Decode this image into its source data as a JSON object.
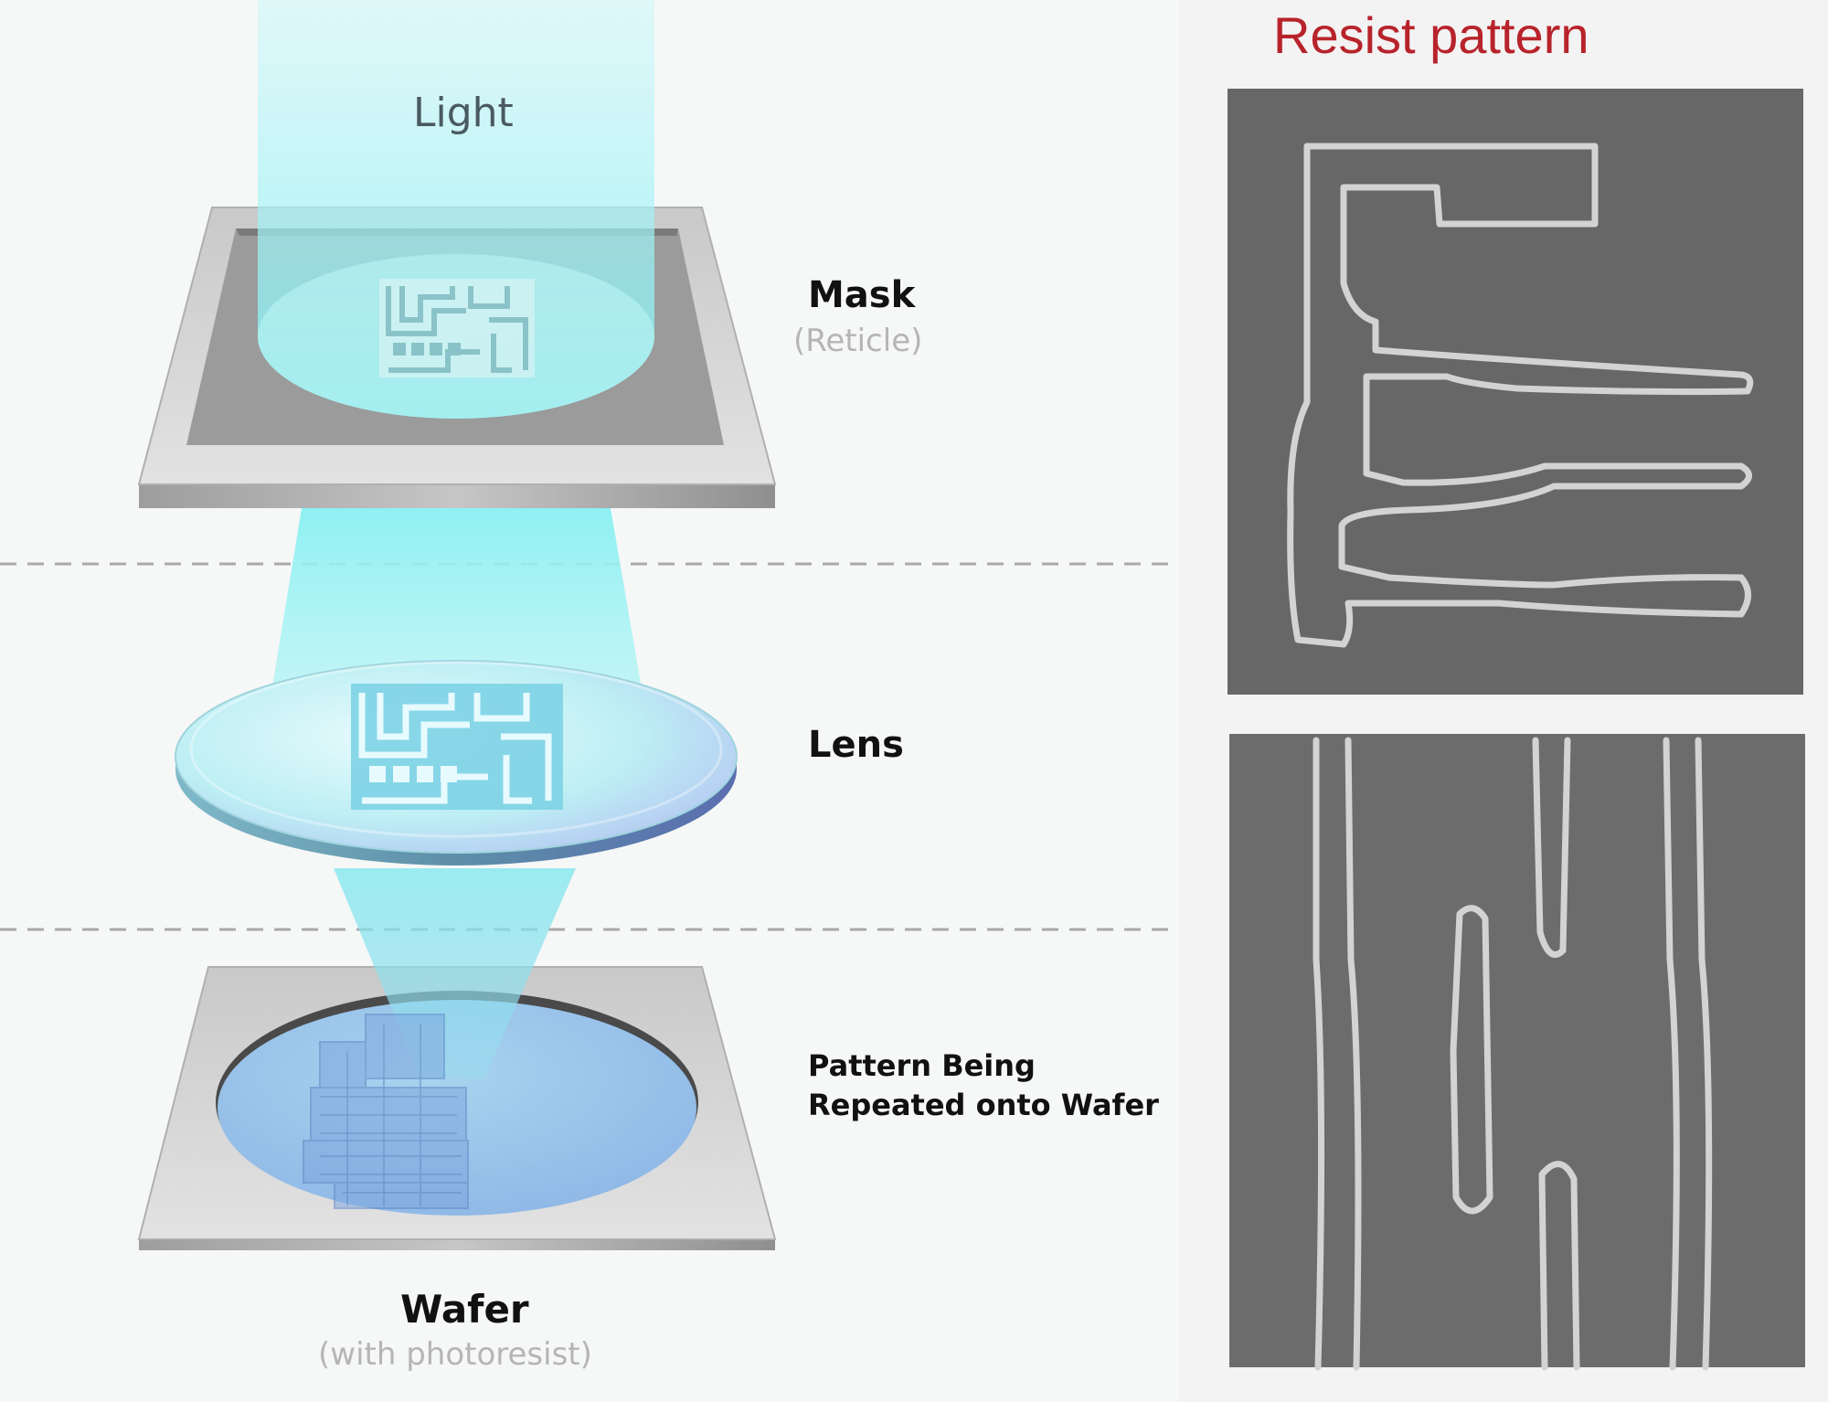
{
  "diagram": {
    "light_label": "Light",
    "mask_label": "Mask",
    "mask_sublabel": "(Reticle)",
    "lens_label": "Lens",
    "pattern_label_line1": "Pattern Being",
    "pattern_label_line2": "Repeated onto Wafer",
    "wafer_label": "Wafer",
    "wafer_sublabel": "(with photoresist)"
  },
  "photo": {
    "title": "Resist pattern"
  },
  "colors": {
    "background": "#f6f7f7",
    "light_beam": "#9ef3f6",
    "title_red": "#b8232b",
    "sem_background": "#6a6a6a",
    "sem_lines": "#d8d8d8",
    "wafer_blue": "#8ebbe6",
    "mask_frame": "#c3c3c3"
  }
}
